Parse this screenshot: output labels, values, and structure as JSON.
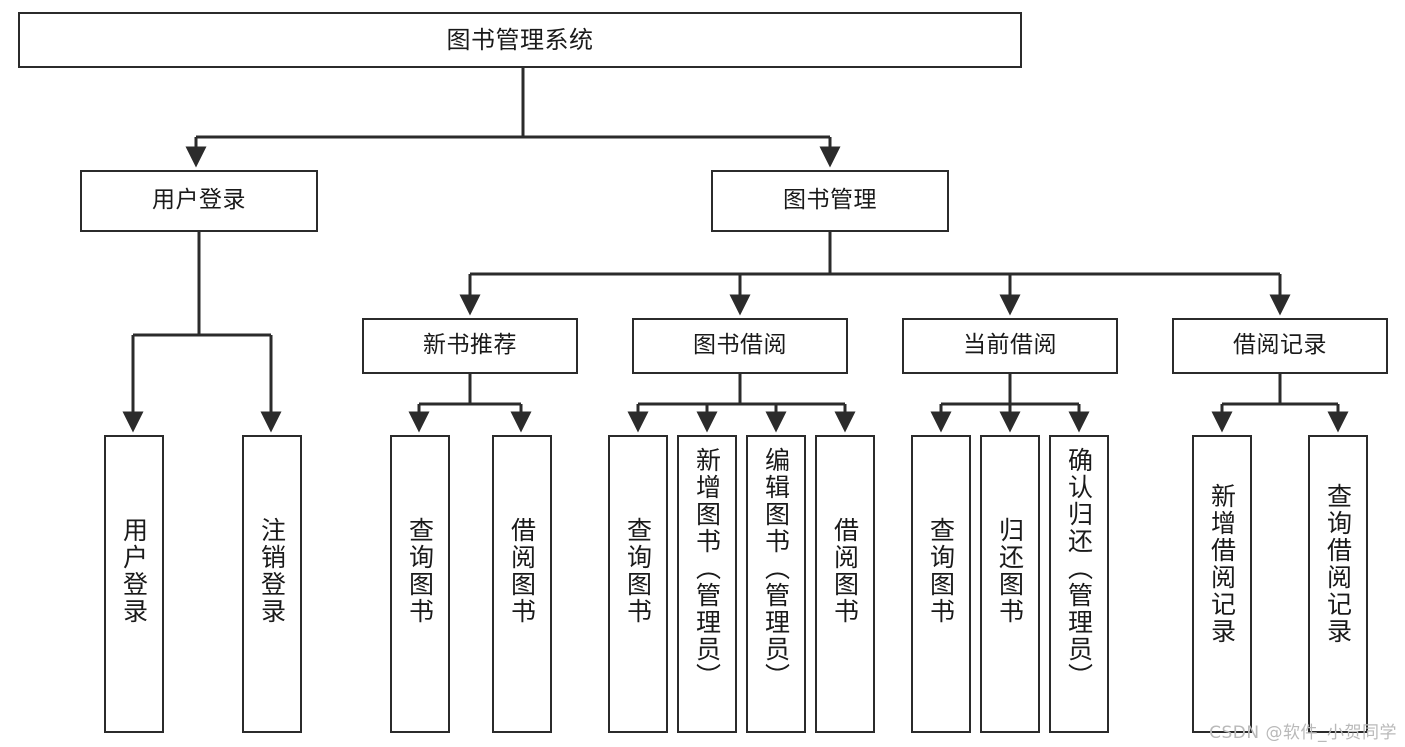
{
  "diagram": {
    "title": "图书管理系统",
    "type": "tree-hierarchy-diagram",
    "orientation": "top-down",
    "colors": {
      "stroke": "#2b2b2b",
      "fill": "#ffffff",
      "text": "#1a1a1a",
      "watermark": "#b9b9b9"
    },
    "levels": {
      "root": {
        "label": "图书管理系统"
      },
      "level2": [
        {
          "id": "user-login",
          "label": "用户登录"
        },
        {
          "id": "book-management",
          "label": "图书管理"
        }
      ],
      "level3": [
        {
          "id": "new-book-recommend",
          "label": "新书推荐"
        },
        {
          "id": "book-borrow",
          "label": "图书借阅"
        },
        {
          "id": "current-borrow",
          "label": "当前借阅"
        },
        {
          "id": "borrow-record",
          "label": "借阅记录"
        }
      ],
      "leaves": {
        "user_login": [
          {
            "id": "leaf-user-login",
            "label": "用户登录"
          },
          {
            "id": "leaf-logout-login",
            "label": "注销登录"
          }
        ],
        "new_book_recommend": [
          {
            "id": "leaf-query-book-1",
            "label": "查询图书"
          },
          {
            "id": "leaf-borrow-book-1",
            "label": "借阅图书"
          }
        ],
        "book_borrow": [
          {
            "id": "leaf-query-book-2",
            "label": "查询图书"
          },
          {
            "id": "leaf-add-book-admin",
            "label": "新增图书（管理员）"
          },
          {
            "id": "leaf-edit-book-admin",
            "label": "编辑图书（管理员）"
          },
          {
            "id": "leaf-borrow-book-2",
            "label": "借阅图书"
          }
        ],
        "current_borrow": [
          {
            "id": "leaf-query-book-3",
            "label": "查询图书"
          },
          {
            "id": "leaf-return-book",
            "label": "归还图书"
          },
          {
            "id": "leaf-confirm-return-admin",
            "label": "确认归还（管理员）"
          }
        ],
        "borrow_record": [
          {
            "id": "leaf-add-borrow-record",
            "label": "新增借阅记录"
          },
          {
            "id": "leaf-query-borrow-record",
            "label": "查询借阅记录"
          }
        ]
      }
    }
  },
  "watermark": {
    "text": "CSDN @软件_小贺同学"
  }
}
